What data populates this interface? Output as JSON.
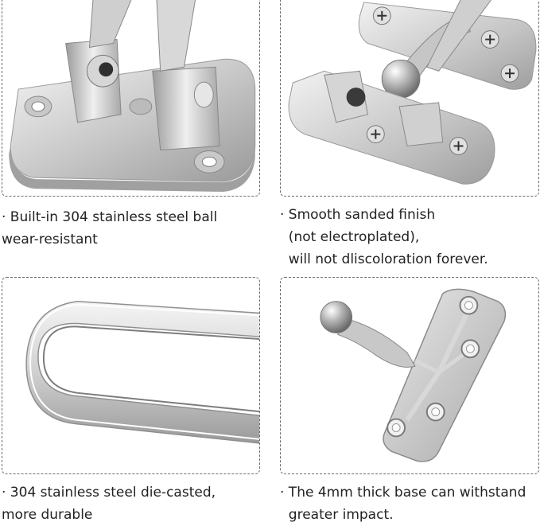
{
  "features": [
    {
      "lines": [
        "· Built-in 304 stainless steel ball",
        "wear-resistant"
      ]
    },
    {
      "lines": [
        "· Smooth sanded finish",
        "  (not electroplated),",
        "  will not dliscoloration forever."
      ]
    },
    {
      "lines": [
        "· 304 stainless steel die-casted,",
        "more durable"
      ]
    },
    {
      "lines": [
        "· The 4mm thick base can withstand",
        "  greater impact."
      ]
    }
  ],
  "colors": {
    "border": "#6b6b6b",
    "metal_light": "#e8e8e8",
    "metal_mid": "#bdbdbd",
    "metal_dark": "#8a8a8a"
  },
  "images": [
    {
      "icon": "latch-hinge-closeup-photo"
    },
    {
      "icon": "latch-assembly-with-ball-photo"
    },
    {
      "icon": "latch-arm-loop-photo"
    },
    {
      "icon": "latch-base-plate-photo"
    }
  ]
}
